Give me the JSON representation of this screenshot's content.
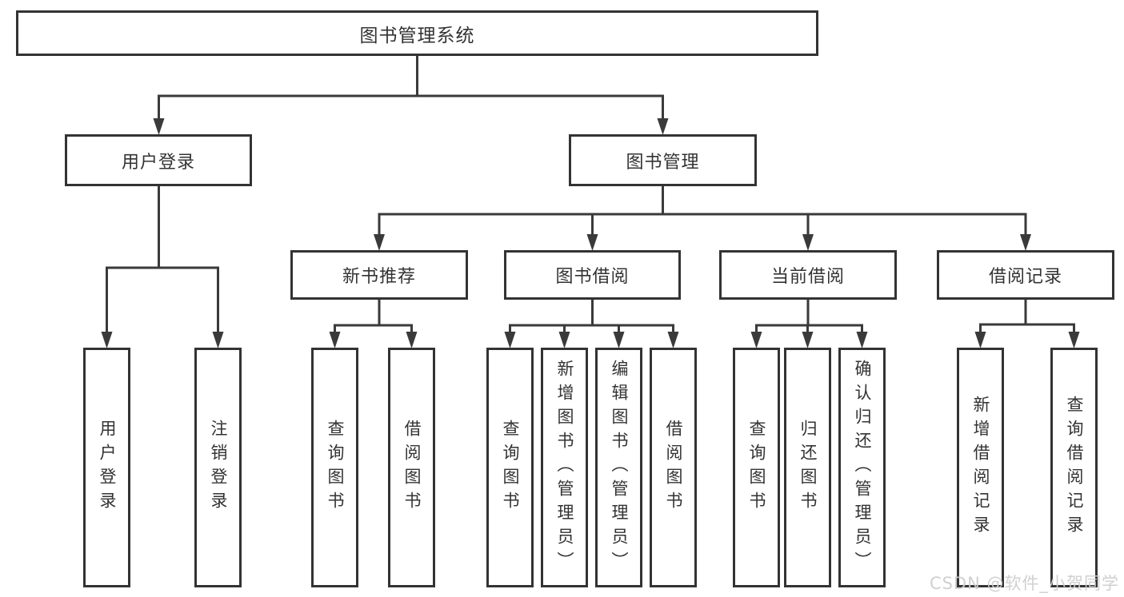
{
  "tree": {
    "label": "图书管理系统",
    "children": [
      {
        "label": "用户登录",
        "children": [
          {
            "label": "用户登录"
          },
          {
            "label": "注销登录"
          }
        ]
      },
      {
        "label": "图书管理",
        "children": [
          {
            "label": "新书推荐",
            "children": [
              {
                "label": "查询图书"
              },
              {
                "label": "借阅图书"
              }
            ]
          },
          {
            "label": "图书借阅",
            "children": [
              {
                "label": "查询图书"
              },
              {
                "label": "新增图书（管理员）"
              },
              {
                "label": "编辑图书（管理员）"
              },
              {
                "label": "借阅图书"
              }
            ]
          },
          {
            "label": "当前借阅",
            "children": [
              {
                "label": "查询图书"
              },
              {
                "label": "归还图书"
              },
              {
                "label": "确认归还（管理员）"
              }
            ]
          },
          {
            "label": "借阅记录",
            "children": [
              {
                "label": "新增借阅记录"
              },
              {
                "label": "查询借阅记录"
              }
            ]
          }
        ]
      }
    ]
  },
  "watermark": "CSDN @软件_小贺同学",
  "colors": {
    "line": "#3a3a3a",
    "border": "#333333",
    "text": "#333333",
    "background": "#ffffff",
    "watermark": "#cdcdcd"
  }
}
